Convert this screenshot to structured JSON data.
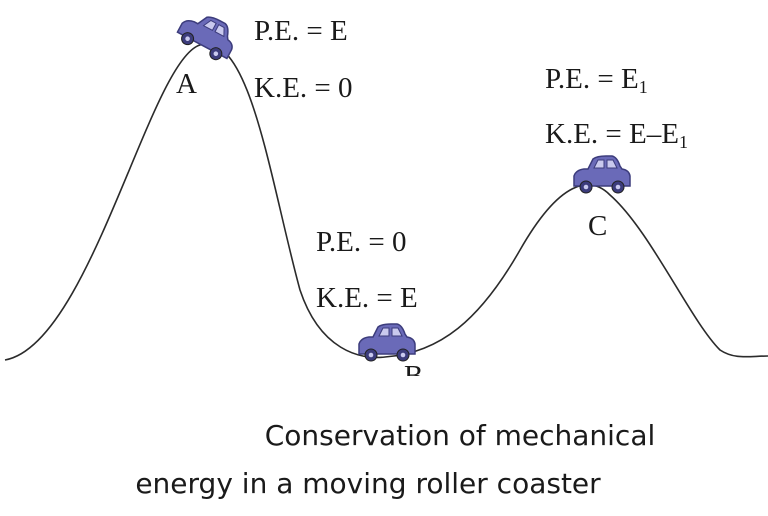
{
  "points": {
    "A": "A",
    "B": "B",
    "C": "C"
  },
  "labels": {
    "A": {
      "pe": "P.E. = E",
      "ke": "K.E. = 0"
    },
    "B": {
      "pe": "P.E. = 0",
      "ke": "K.E. = E"
    },
    "C": {
      "pe_text": "P.E. = E",
      "pe_sub": "1",
      "ke_text": "K.E. = E–E",
      "ke_sub": "1"
    }
  },
  "caption": {
    "line1": "Conservation of mechanical",
    "line2": "energy in a moving roller coaster"
  },
  "colors": {
    "track": "#2b2b2b",
    "car_body": "#6a6ab8",
    "car_dark": "#3c3c7c",
    "window": "#c9c9ee"
  }
}
